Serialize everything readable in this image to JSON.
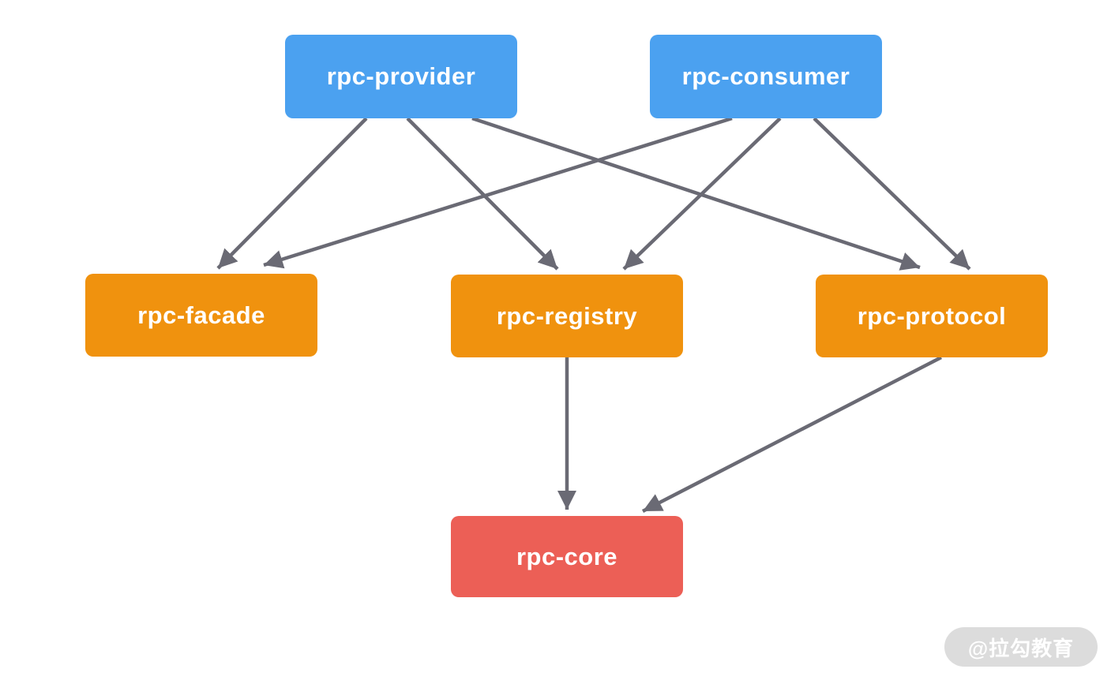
{
  "page": {
    "background": "#ffffff"
  },
  "diagram": {
    "edge_color": "#6a6a74",
    "nodes": [
      {
        "id": "rpc-provider",
        "label": "rpc-provider",
        "color": "#4ba1f0",
        "text_color": "#ffffff"
      },
      {
        "id": "rpc-consumer",
        "label": "rpc-consumer",
        "color": "#4ba1f0",
        "text_color": "#ffffff"
      },
      {
        "id": "rpc-facade",
        "label": "rpc-facade",
        "color": "#f0920e",
        "text_color": "#ffffff"
      },
      {
        "id": "rpc-registry",
        "label": "rpc-registry",
        "color": "#f0920e",
        "text_color": "#ffffff"
      },
      {
        "id": "rpc-protocol",
        "label": "rpc-protocol",
        "color": "#f0920e",
        "text_color": "#ffffff"
      },
      {
        "id": "rpc-core",
        "label": "rpc-core",
        "color": "#ec5f56",
        "text_color": "#ffffff"
      }
    ],
    "edges": [
      {
        "from": "rpc-provider",
        "to": "rpc-facade"
      },
      {
        "from": "rpc-provider",
        "to": "rpc-registry"
      },
      {
        "from": "rpc-provider",
        "to": "rpc-protocol"
      },
      {
        "from": "rpc-consumer",
        "to": "rpc-facade"
      },
      {
        "from": "rpc-consumer",
        "to": "rpc-registry"
      },
      {
        "from": "rpc-consumer",
        "to": "rpc-protocol"
      },
      {
        "from": "rpc-registry",
        "to": "rpc-core"
      },
      {
        "from": "rpc-protocol",
        "to": "rpc-core"
      }
    ]
  },
  "watermark": {
    "text": "@拉勾教育",
    "background": "#d9d9d9",
    "text_color": "#ffffff"
  }
}
